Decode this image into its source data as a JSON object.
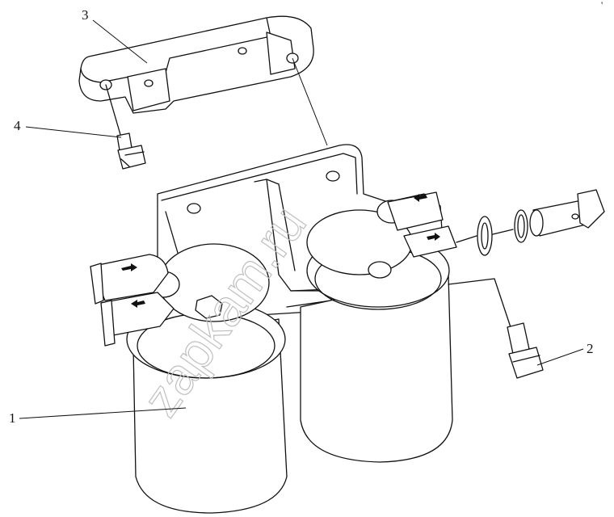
{
  "diagram": {
    "callouts": [
      {
        "id": "c1",
        "label": "1"
      },
      {
        "id": "c2",
        "label": "2"
      },
      {
        "id": "c3",
        "label": "3"
      },
      {
        "id": "c4",
        "label": "4"
      }
    ],
    "watermark": "zapkam.ru",
    "corner_mark": "'"
  }
}
